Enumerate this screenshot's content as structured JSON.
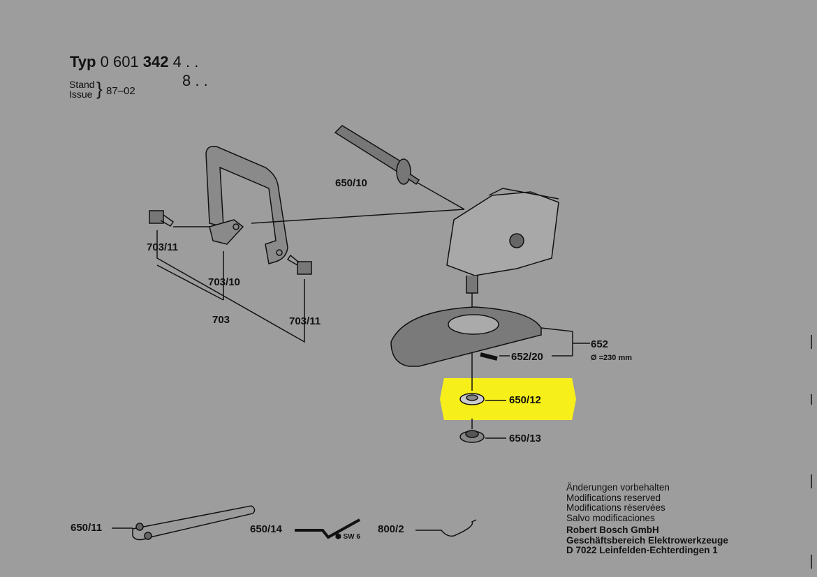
{
  "header": {
    "typ_label": "Typ",
    "typ_number_prefix": "0 601",
    "typ_number_main": "342",
    "variant_1": "4 . .",
    "variant_2": "8 . .",
    "stand_label": "Stand",
    "issue_label": "Issue",
    "issue_value": "87–02"
  },
  "parts": {
    "p650_10": "650/10",
    "p703_11a": "703/11",
    "p703_10": "703/10",
    "p703": "703",
    "p703_11b": "703/11",
    "p652": "652",
    "p652_dia": "Ø =230 mm",
    "p652_20": "652/20",
    "p650_12": "650/12",
    "p650_13": "650/13",
    "p650_11": "650/11",
    "p650_14": "650/14",
    "sw6": "SW 6",
    "p800_2": "800/2"
  },
  "highlight_color": "#f7ef1a",
  "notes": {
    "line1": "Änderungen vorbehalten",
    "line2": "Modifications reserved",
    "line3": "Modifications réservées",
    "line4": "Salvo modificaciones",
    "company": "Robert Bosch GmbH",
    "division": "Geschäftsbereich Elektrowerkzeuge",
    "address": "D 7022 Leinfelden-Echterdingen 1"
  }
}
